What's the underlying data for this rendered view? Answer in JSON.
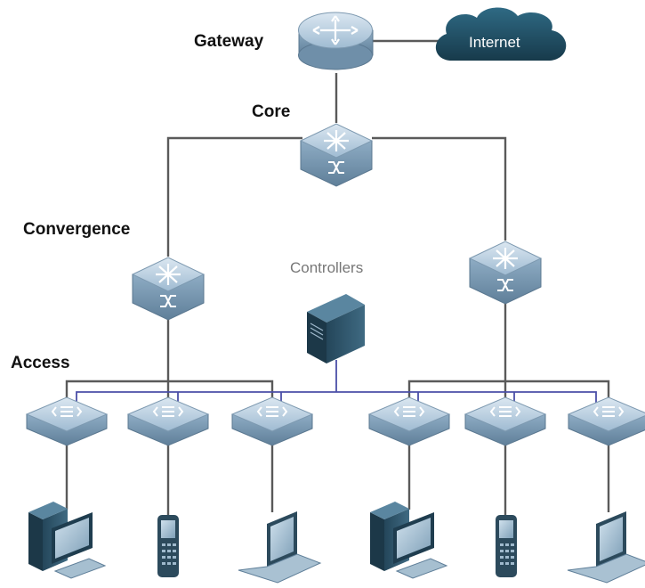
{
  "labels": {
    "gateway": "Gateway",
    "internet": "Internet",
    "core": "Core",
    "convergence": "Convergence",
    "controllers": "Controllers",
    "access": "Access"
  },
  "colors": {
    "link_line": "#5a5a5a",
    "controller_link": "#4b4fa8",
    "device_top": "#b9cfe0",
    "device_side": "#7f9fb8",
    "cloud": "#1f4a5e"
  },
  "icons": {
    "gateway": "router-icon",
    "internet": "cloud-icon",
    "core": "core-switch-icon",
    "convergence": "layer3-switch-icon",
    "controller": "server-tower-icon",
    "access": "access-switch-icon",
    "desktop": "desktop-computer-icon",
    "phone": "mobile-phone-icon",
    "laptop": "laptop-icon"
  }
}
